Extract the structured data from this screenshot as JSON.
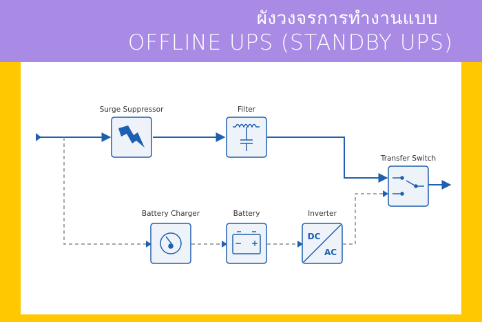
{
  "header": {
    "title_line1": "ผังวงจรการทำงานแบบ",
    "title_line2": "OFFLINE UPS (STANDBY UPS)"
  },
  "diagram": {
    "components": {
      "surge_suppressor": "Surge Suppressor",
      "filter": "Filter",
      "transfer_switch": "Transfer Switch",
      "battery_charger": "Battery Charger",
      "battery": "Battery",
      "inverter": "Inverter"
    },
    "inverter_text": {
      "top": "DC",
      "bottom": "AC"
    },
    "battery_symbols": {
      "neg": "−",
      "pos": "+"
    }
  },
  "colors": {
    "banner": "#A98BE6",
    "frame": "#FFC800",
    "line": "#1E5FAF",
    "box_fill": "#EEF3FA",
    "dashed": "#8A8A8A"
  }
}
